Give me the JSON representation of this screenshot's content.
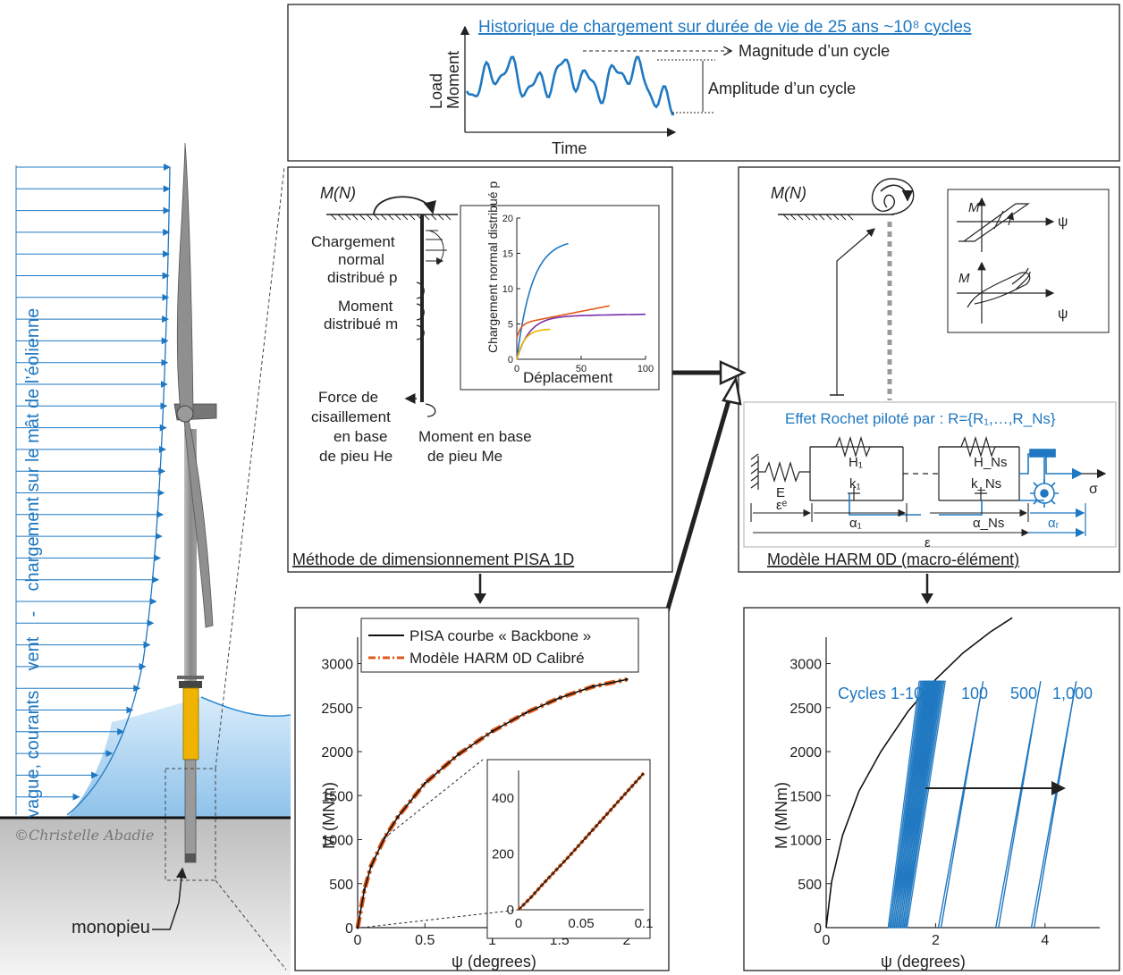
{
  "colors": {
    "blue": "#1f78c1",
    "orange": "#e05a1a",
    "gold": "#f0b400",
    "purple": "#7a2fa8",
    "sea": "#bcdcf2",
    "ground": "#d6d6d6"
  },
  "left": {
    "vertical_label": "vague, courants    vent    -    chargement sur le mât de l’éolienne",
    "copyright": "©Christelle Abadie",
    "monopile_label": "monopieu"
  },
  "top_panel": {
    "title": "Historique de chargement sur durée de vie de 25 ans ~10⁸ cycles",
    "ylabel1": "Load",
    "ylabel2": "Moment",
    "xlabel": "Time",
    "magnitude": "Magnitude d’un cycle",
    "amplitude": "Amplitude d’un cycle"
  },
  "pisa_panel": {
    "moment": "M(N)",
    "normal_load": [
      "Chargement",
      "normal",
      "distribué p"
    ],
    "distributed_moment": [
      "Moment",
      "distribué m"
    ],
    "shear": [
      "Force de",
      "cisaillement",
      "en base",
      "de pieu He"
    ],
    "base_moment": [
      "Moment en base",
      "de pieu Me"
    ],
    "caption": "Méthode de dimensionnement PISA 1D",
    "inset_ylabel": "Chargement normal distribué p",
    "inset_xlabel": "Déplacement",
    "inset_xticks": [
      "0",
      "50",
      "100"
    ],
    "inset_yticks": [
      "0",
      "5",
      "10",
      "15",
      "20"
    ]
  },
  "harm_panel": {
    "moment": "M(N)",
    "effet": "Effet Rochet piloté par : R={R₁,…,R_Ns}",
    "labels": {
      "E": "E",
      "H1": "H₁",
      "k1": "k₁",
      "HNs": "H_Ns",
      "kNs": "k_Ns",
      "sigma": "σ",
      "eps_e": "εᵉ",
      "alpha1": "α₁",
      "alphaNs": "α_Ns",
      "alphar": "αᵣ",
      "eps": "ε"
    },
    "loop_M": "M",
    "loop_psi": "ψ",
    "caption": "Modèle HARM 0D (macro-élément)"
  },
  "chart_data": [
    {
      "type": "line",
      "legend": [
        "PISA courbe « Backbone »",
        "Modèle HARM 0D Calibré"
      ],
      "xlabel": "ψ (degrees)",
      "ylabel": "M (MNm)",
      "xlim": [
        0,
        2.1
      ],
      "ylim": [
        0,
        3300
      ],
      "xticks": [
        "0",
        "0.5",
        "1",
        "1.5",
        "2"
      ],
      "yticks": [
        "0",
        "500",
        "1000",
        "1500",
        "2000",
        "2500",
        "3000"
      ],
      "series": [
        {
          "name": "PISA courbe « Backbone »",
          "x": [
            0,
            0.05,
            0.1,
            0.2,
            0.3,
            0.5,
            0.75,
            1.0,
            1.25,
            1.5,
            1.75,
            2.0
          ],
          "y": [
            0,
            430,
            700,
            1020,
            1260,
            1640,
            1970,
            2230,
            2440,
            2610,
            2740,
            2820
          ]
        },
        {
          "name": "Modèle HARM 0D Calibré",
          "x": [
            0,
            0.05,
            0.1,
            0.2,
            0.3,
            0.5,
            0.75,
            1.0,
            1.25,
            1.5,
            1.75,
            2.0
          ],
          "y": [
            0,
            430,
            700,
            1020,
            1260,
            1640,
            1970,
            2230,
            2440,
            2610,
            2740,
            2820
          ]
        }
      ],
      "inset": {
        "xlim": [
          0,
          0.1
        ],
        "ylim": [
          0,
          500
        ],
        "xticks": [
          "0",
          "0.05",
          "0.1"
        ],
        "yticks": [
          "0",
          "200",
          "400"
        ],
        "x": [
          0,
          0.01,
          0.02,
          0.04,
          0.06,
          0.08,
          0.1
        ],
        "y": [
          0,
          45,
          95,
          190,
          290,
          390,
          490
        ]
      }
    },
    {
      "type": "line",
      "annotation": "Cycles 1-10",
      "cycle_labels": [
        "100",
        "500",
        "1,000"
      ],
      "xlabel": "ψ (degrees)",
      "ylabel": "M (MNm)",
      "xlim": [
        0,
        5
      ],
      "ylim": [
        0,
        3300
      ],
      "xticks": [
        "0",
        "2",
        "4"
      ],
      "yticks": [
        "0",
        "500",
        "1000",
        "1500",
        "2000",
        "2500",
        "3000"
      ],
      "backbone": {
        "x": [
          0,
          0.1,
          0.3,
          0.6,
          1.0,
          1.5,
          2.0,
          2.5,
          3.0,
          3.4
        ],
        "y": [
          0,
          520,
          1050,
          1550,
          2000,
          2460,
          2820,
          3120,
          3360,
          3520
        ]
      },
      "cycle_x_start": [
        1.15,
        2.05,
        3.1,
        3.75
      ],
      "cycle_peak": 2800
    }
  ]
}
